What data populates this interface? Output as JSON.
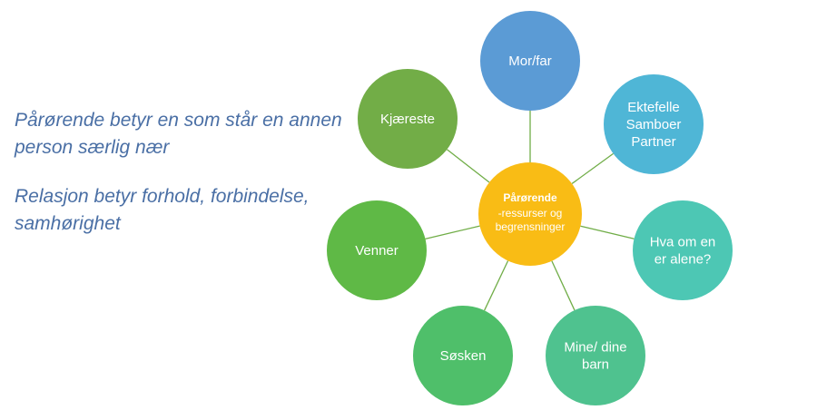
{
  "text": {
    "definition": "Pårørende betyr en som står en annen person særlig nær",
    "relation": "Relasjon betyr forhold, forbindelse, samhørighet"
  },
  "diagram": {
    "center": {
      "title": "Pårørende",
      "subtitle_lines": [
        "-ressurser og",
        "begrensninger"
      ],
      "color": "#f9bc15"
    },
    "nodes": [
      {
        "id": "mor-far",
        "lines": [
          "Mor/far"
        ],
        "color": "#5b9bd5"
      },
      {
        "id": "ektefelle",
        "lines": [
          "Ektefelle",
          "Samboer",
          "Partner"
        ],
        "color": "#4fb6d6"
      },
      {
        "id": "alene",
        "lines": [
          "Hva om en",
          "er alene?"
        ],
        "color": "#4dc7b4"
      },
      {
        "id": "barn",
        "lines": [
          "Mine/ dine",
          "barn"
        ],
        "color": "#4fc28f"
      },
      {
        "id": "sosken",
        "lines": [
          "Søsken"
        ],
        "color": "#4fbf6a"
      },
      {
        "id": "venner",
        "lines": [
          "Venner"
        ],
        "color": "#5fb946"
      },
      {
        "id": "kjaereste",
        "lines": [
          "Kjæreste"
        ],
        "color": "#72ad47"
      }
    ],
    "line_color": "#70ad47"
  }
}
